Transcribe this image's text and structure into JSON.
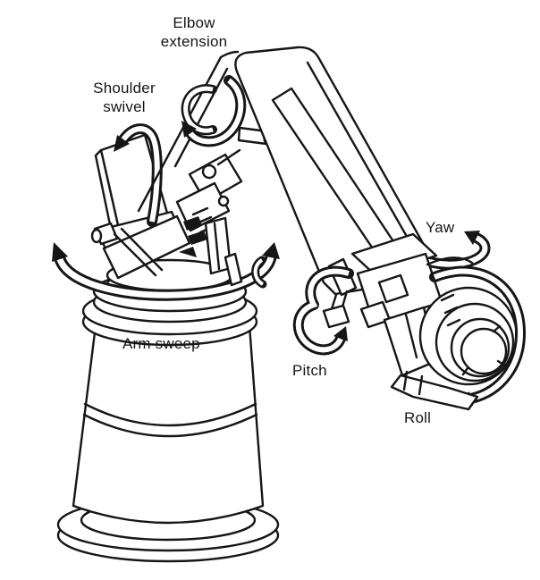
{
  "figure": {
    "colors": {
      "ink": "#161616",
      "background": "#ffffff"
    },
    "labels": {
      "elbow_extension": "Elbow\nextension",
      "shoulder_swivel": "Shoulder\nswivel",
      "yaw": "Yaw",
      "arm_sweep": "Arm sweep",
      "pitch": "Pitch",
      "roll": "Roll"
    }
  }
}
